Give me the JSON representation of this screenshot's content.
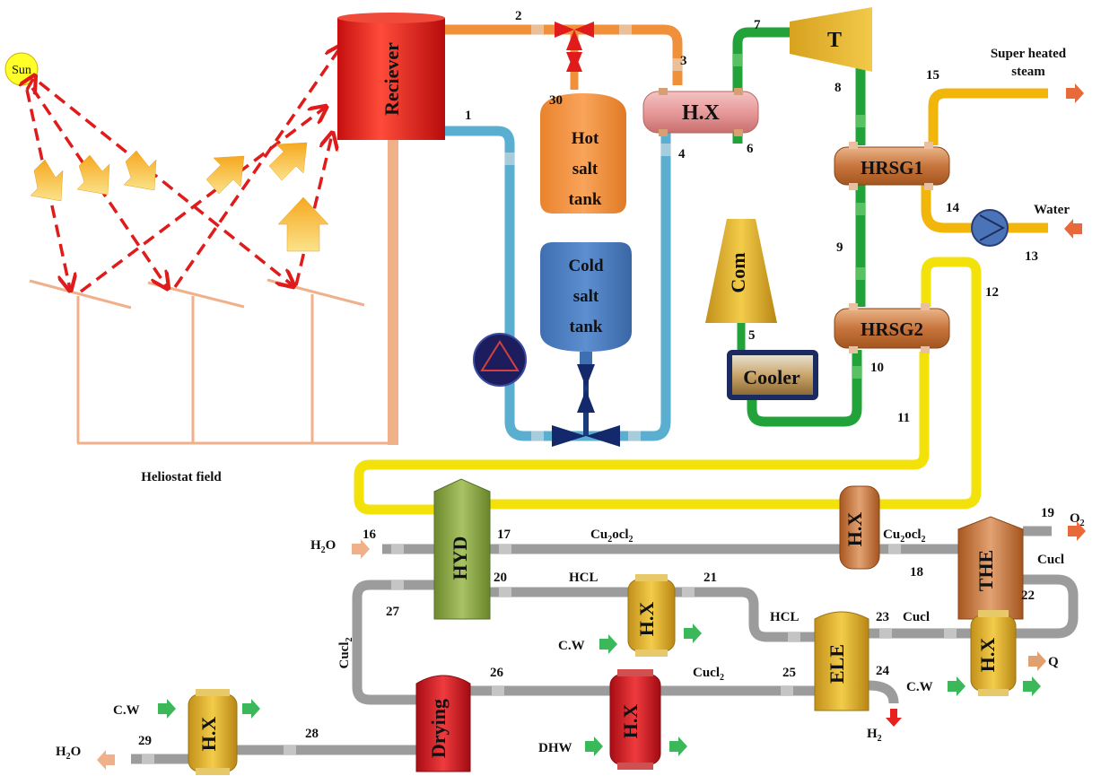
{
  "labels": {
    "sun": "Sun",
    "receiver": "Reciever",
    "heliostat_field": "Heliostat field",
    "turbine": "T",
    "hx_top": "H.X",
    "compressor": "Com",
    "cooler": "Cooler",
    "hrsg1": "HRSG1",
    "hrsg2": "HRSG2",
    "hot_tank": [
      "Hot",
      "salt",
      "tank"
    ],
    "cold_tank": [
      "Cold",
      "salt",
      "tank"
    ],
    "super_heated_steam": [
      "Super heated",
      "steam"
    ],
    "water": "Water",
    "hyd": "HYD",
    "the": "THE",
    "ele": "ELE",
    "drying": "Drying",
    "hx": "H.X",
    "h2o": "H",
    "h2o_sub": "2",
    "h2o_end": "O",
    "o2": "O",
    "o2_sub": "2",
    "h2": "H",
    "h2_sub": "2",
    "cu2ocl2": "Cu",
    "cu2ocl2_sub": "2",
    "cu2ocl2_end": "ocl",
    "cu2ocl2_sub2": "2",
    "cucl": "Cucl",
    "cucl2": "Cucl",
    "cucl2_sub": "2",
    "hcl": "HCL",
    "cw": "C.W",
    "dhw": "DHW",
    "q": "Q"
  },
  "states": [
    "1",
    "2",
    "3",
    "4",
    "5",
    "6",
    "7",
    "8",
    "9",
    "10",
    "11",
    "12",
    "13",
    "14",
    "15",
    "16",
    "17",
    "18",
    "19",
    "20",
    "21",
    "22",
    "23",
    "24",
    "25",
    "26",
    "27",
    "28",
    "29",
    "30"
  ],
  "colors": {
    "salt_hot": "#f0903a",
    "salt_cold": "#5aaed0",
    "gas": "#22a33a",
    "yellow": "#f2e20a",
    "steam": "#f2b50a",
    "gray": "#9c9c9c",
    "ray": "#e01b1b",
    "heliostat": "#f0b08a",
    "receiver": "#e82020"
  }
}
